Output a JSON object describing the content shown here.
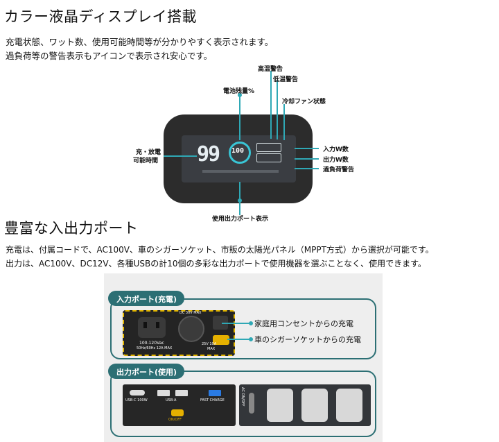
{
  "section1": {
    "title": "カラー液晶ディスプレイ搭載",
    "lines": [
      "充電状態、ワット数、使用可能時間等が分かりやすく表示されます。",
      "過負荷等の警告表示もアイコンで表示され安心です。"
    ]
  },
  "display_diagram": {
    "labels": {
      "high_temp": "高温警告",
      "low_temp": "低温警告",
      "battery": "電池残量%",
      "fan": "冷却ファン状態",
      "time_left_1": "充・放電",
      "time_left_2": "可能時間",
      "input_w": "入力W数",
      "output_w": "出力W数",
      "overload": "過負荷警告",
      "port_status": "使用出力ポート表示"
    },
    "lcd": {
      "time_value": "99",
      "battery_value": "100",
      "battery_unit": "%"
    }
  },
  "section2": {
    "title": "豊富な入出力ポート",
    "lines": [
      "充電は、付属コードで、AC100V、車のシガーソケット、市販の太陽光パネル（MPPT方式）から選択が可能です。",
      "出力は、AC100V、DC12V、各種USBの計10個の多彩な出力ポートで使用機器を選ぶことなく、使用できます。"
    ]
  },
  "ports_diagram": {
    "input_header": "入力ポート(充電)",
    "output_header": "出力ポート(使用)",
    "input_callouts": [
      "家庭用コンセントからの充電",
      "車のシガーソケットからの充電"
    ],
    "input_panel_text": {
      "ac_spec": "100-120Vac",
      "ac_spec2": "50Hz/60Hz 12A MAX",
      "dc_spec": "25V 10A",
      "dc_spec2": "MAX",
      "top": "DC 30V MAX"
    },
    "output_panel_text": {
      "usbc": "USB-C 100W",
      "usba": "USB-A",
      "fast": "FAST CHARGE",
      "onoff": "ON/OFF",
      "ac_side": "AC ON/OFF"
    }
  }
}
